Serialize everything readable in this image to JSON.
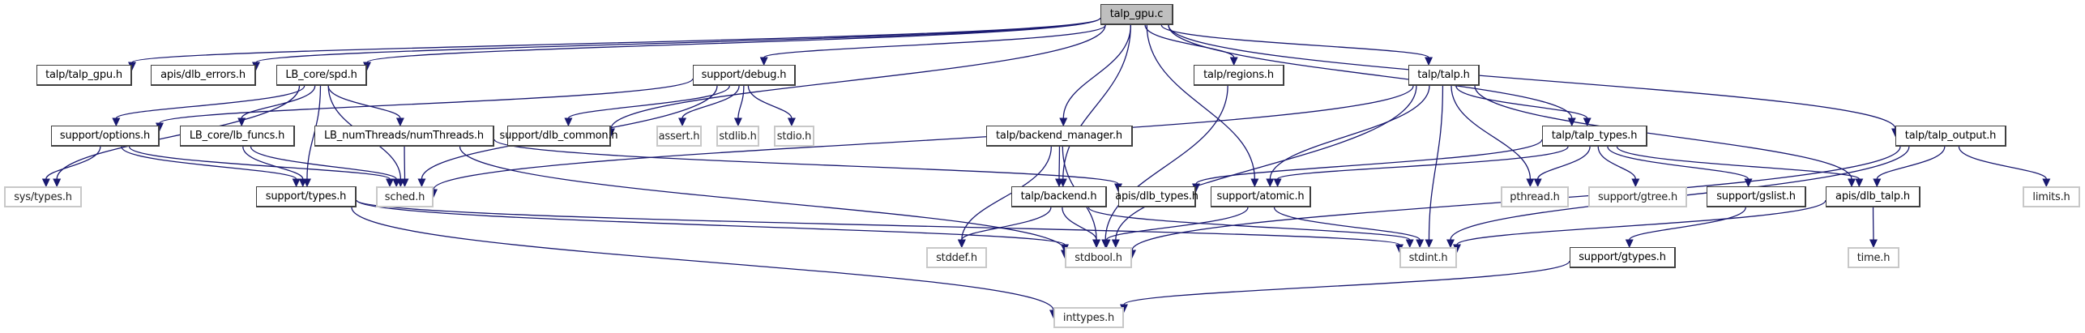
{
  "diagram": {
    "title": "talp_gpu.c",
    "type": "include dependency graph",
    "colors": {
      "edge": "#191970",
      "root_fill": "#bfbfbf",
      "local_border": "#404040",
      "system_border": "#c8c8c8"
    },
    "nodes": [
      {
        "id": "root",
        "label": "talp_gpu.c",
        "kind": "root"
      },
      {
        "id": "talp_gpu_h",
        "label": "talp/talp_gpu.h",
        "kind": "local"
      },
      {
        "id": "dlb_errors",
        "label": "apis/dlb_errors.h",
        "kind": "local"
      },
      {
        "id": "spd",
        "label": "LB_core/spd.h",
        "kind": "local"
      },
      {
        "id": "debug",
        "label": "support/debug.h",
        "kind": "local"
      },
      {
        "id": "regions",
        "label": "talp/regions.h",
        "kind": "local"
      },
      {
        "id": "talp",
        "label": "talp/talp.h",
        "kind": "local"
      },
      {
        "id": "options",
        "label": "support/options.h",
        "kind": "local"
      },
      {
        "id": "lb_funcs",
        "label": "LB_core/lb_funcs.h",
        "kind": "local"
      },
      {
        "id": "numthreads",
        "label": "LB_numThreads/numThreads.h",
        "kind": "local"
      },
      {
        "id": "dlb_common",
        "label": "support/dlb_common.h",
        "kind": "local"
      },
      {
        "id": "assert",
        "label": "assert.h",
        "kind": "system"
      },
      {
        "id": "stdlib",
        "label": "stdlib.h",
        "kind": "system"
      },
      {
        "id": "stdio",
        "label": "stdio.h",
        "kind": "system"
      },
      {
        "id": "backend_manager",
        "label": "talp/backend_manager.h",
        "kind": "local"
      },
      {
        "id": "talp_types",
        "label": "talp/talp_types.h",
        "kind": "local"
      },
      {
        "id": "talp_output",
        "label": "talp/talp_output.h",
        "kind": "local"
      },
      {
        "id": "sys_types",
        "label": "sys/types.h",
        "kind": "system"
      },
      {
        "id": "support_types",
        "label": "support/types.h",
        "kind": "local"
      },
      {
        "id": "sched",
        "label": "sched.h",
        "kind": "system"
      },
      {
        "id": "backend",
        "label": "talp/backend.h",
        "kind": "local"
      },
      {
        "id": "dlb_types",
        "label": "apis/dlb_types.h",
        "kind": "local"
      },
      {
        "id": "atomic",
        "label": "support/atomic.h",
        "kind": "local"
      },
      {
        "id": "pthread",
        "label": "pthread.h",
        "kind": "system"
      },
      {
        "id": "gtree",
        "label": "support/gtree.h",
        "kind": "system"
      },
      {
        "id": "gslist",
        "label": "support/gslist.h",
        "kind": "local"
      },
      {
        "id": "dlb_talp",
        "label": "apis/dlb_talp.h",
        "kind": "local"
      },
      {
        "id": "limits",
        "label": "limits.h",
        "kind": "system"
      },
      {
        "id": "stddef",
        "label": "stddef.h",
        "kind": "system"
      },
      {
        "id": "stdbool",
        "label": "stdbool.h",
        "kind": "system"
      },
      {
        "id": "stdint",
        "label": "stdint.h",
        "kind": "system"
      },
      {
        "id": "gtypes",
        "label": "support/gtypes.h",
        "kind": "local"
      },
      {
        "id": "time",
        "label": "time.h",
        "kind": "system"
      },
      {
        "id": "inttypes",
        "label": "inttypes.h",
        "kind": "system"
      }
    ],
    "edges": [
      [
        "root",
        "talp_gpu_h"
      ],
      [
        "root",
        "dlb_errors"
      ],
      [
        "root",
        "spd"
      ],
      [
        "root",
        "debug"
      ],
      [
        "root",
        "dlb_common"
      ],
      [
        "root",
        "regions"
      ],
      [
        "root",
        "talp"
      ],
      [
        "root",
        "talp_types"
      ],
      [
        "root",
        "talp_output"
      ],
      [
        "root",
        "backend_manager"
      ],
      [
        "root",
        "backend"
      ],
      [
        "root",
        "atomic"
      ],
      [
        "spd",
        "options"
      ],
      [
        "spd",
        "lb_funcs"
      ],
      [
        "spd",
        "numthreads"
      ],
      [
        "spd",
        "sys_types"
      ],
      [
        "spd",
        "support_types"
      ],
      [
        "spd",
        "sched"
      ],
      [
        "debug",
        "options"
      ],
      [
        "debug",
        "dlb_common"
      ],
      [
        "debug",
        "assert"
      ],
      [
        "debug",
        "stdlib"
      ],
      [
        "debug",
        "stdio"
      ],
      [
        "debug",
        "sched"
      ],
      [
        "options",
        "sys_types"
      ],
      [
        "options",
        "support_types"
      ],
      [
        "options",
        "sched"
      ],
      [
        "lb_funcs",
        "support_types"
      ],
      [
        "lb_funcs",
        "sched"
      ],
      [
        "numthreads",
        "sched"
      ],
      [
        "numthreads",
        "stdbool"
      ],
      [
        "numthreads",
        "dlb_types"
      ],
      [
        "support_types",
        "stdbool"
      ],
      [
        "support_types",
        "stdint"
      ],
      [
        "support_types",
        "inttypes"
      ],
      [
        "regions",
        "stdbool"
      ],
      [
        "talp",
        "sched"
      ],
      [
        "talp",
        "talp_types"
      ],
      [
        "talp",
        "atomic"
      ],
      [
        "talp",
        "pthread"
      ],
      [
        "talp",
        "stdbool"
      ],
      [
        "talp",
        "stdint"
      ],
      [
        "talp",
        "dlb_talp"
      ],
      [
        "backend_manager",
        "backend"
      ],
      [
        "backend_manager",
        "stddef"
      ],
      [
        "backend_manager",
        "stdbool"
      ],
      [
        "backend",
        "stddef"
      ],
      [
        "backend",
        "stdbool"
      ],
      [
        "backend",
        "stdint"
      ],
      [
        "talp_types",
        "dlb_types"
      ],
      [
        "talp_types",
        "atomic"
      ],
      [
        "talp_types",
        "pthread"
      ],
      [
        "talp_types",
        "gtree"
      ],
      [
        "talp_types",
        "gslist"
      ],
      [
        "talp_types",
        "dlb_talp"
      ],
      [
        "atomic",
        "stdbool"
      ],
      [
        "atomic",
        "stdint"
      ],
      [
        "gslist",
        "gtypes"
      ],
      [
        "dlb_talp",
        "stdint"
      ],
      [
        "dlb_talp",
        "time"
      ],
      [
        "talp_output",
        "dlb_talp"
      ],
      [
        "talp_output",
        "limits"
      ],
      [
        "talp_output",
        "stdbool"
      ],
      [
        "talp_output",
        "stdint"
      ],
      [
        "gtypes",
        "inttypes"
      ]
    ]
  }
}
